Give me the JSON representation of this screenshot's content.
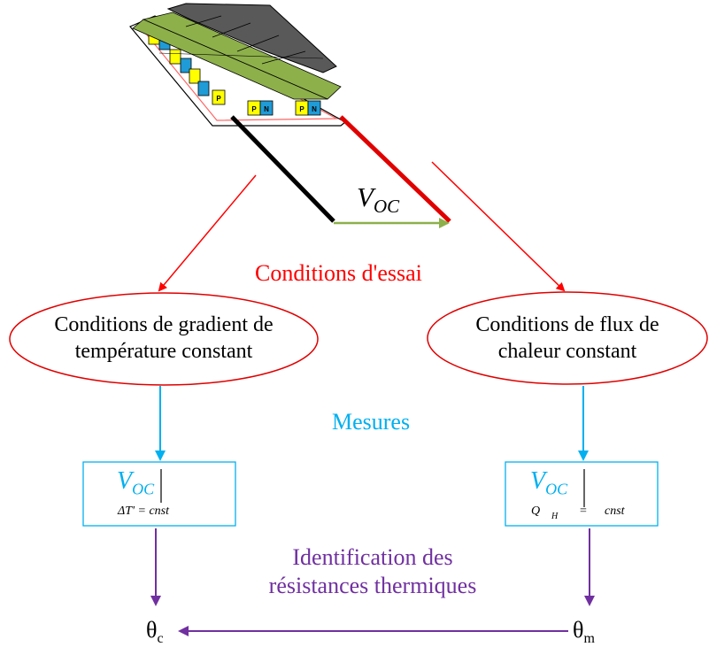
{
  "voltage_label": {
    "main": "V",
    "sub": "OC"
  },
  "conditions_title": "Conditions d'essai",
  "left_condition": {
    "line1": "Conditions de gradient de",
    "line2": "température constant"
  },
  "right_condition": {
    "line1": "Conditions de flux de",
    "line2": "chaleur constant"
  },
  "measures_title": "Mesures",
  "left_measure": {
    "main": "V",
    "sub": "OC",
    "condition": "ΔT' =  cnst"
  },
  "right_measure": {
    "main": "V",
    "sub": "OC",
    "condition_q": "Q",
    "condition_h": "H",
    "condition_eq": "=",
    "condition_val": "cnst"
  },
  "identification_title": {
    "line1": "Identification des",
    "line2": "résistances thermiques"
  },
  "theta_c": {
    "main": "θ",
    "sub": "c"
  },
  "theta_m": {
    "main": "θ",
    "sub": "m"
  },
  "module_leg_labels": [
    "P",
    "P",
    "N",
    "P",
    "N"
  ],
  "colors": {
    "red": "#ff0000",
    "blue": "#00b0f0",
    "purple": "#7030a0",
    "green": "#8db04a",
    "black": "#000000",
    "yellow": "#ffff00",
    "leg_blue": "#1f9bd7",
    "gray": "#595959"
  }
}
